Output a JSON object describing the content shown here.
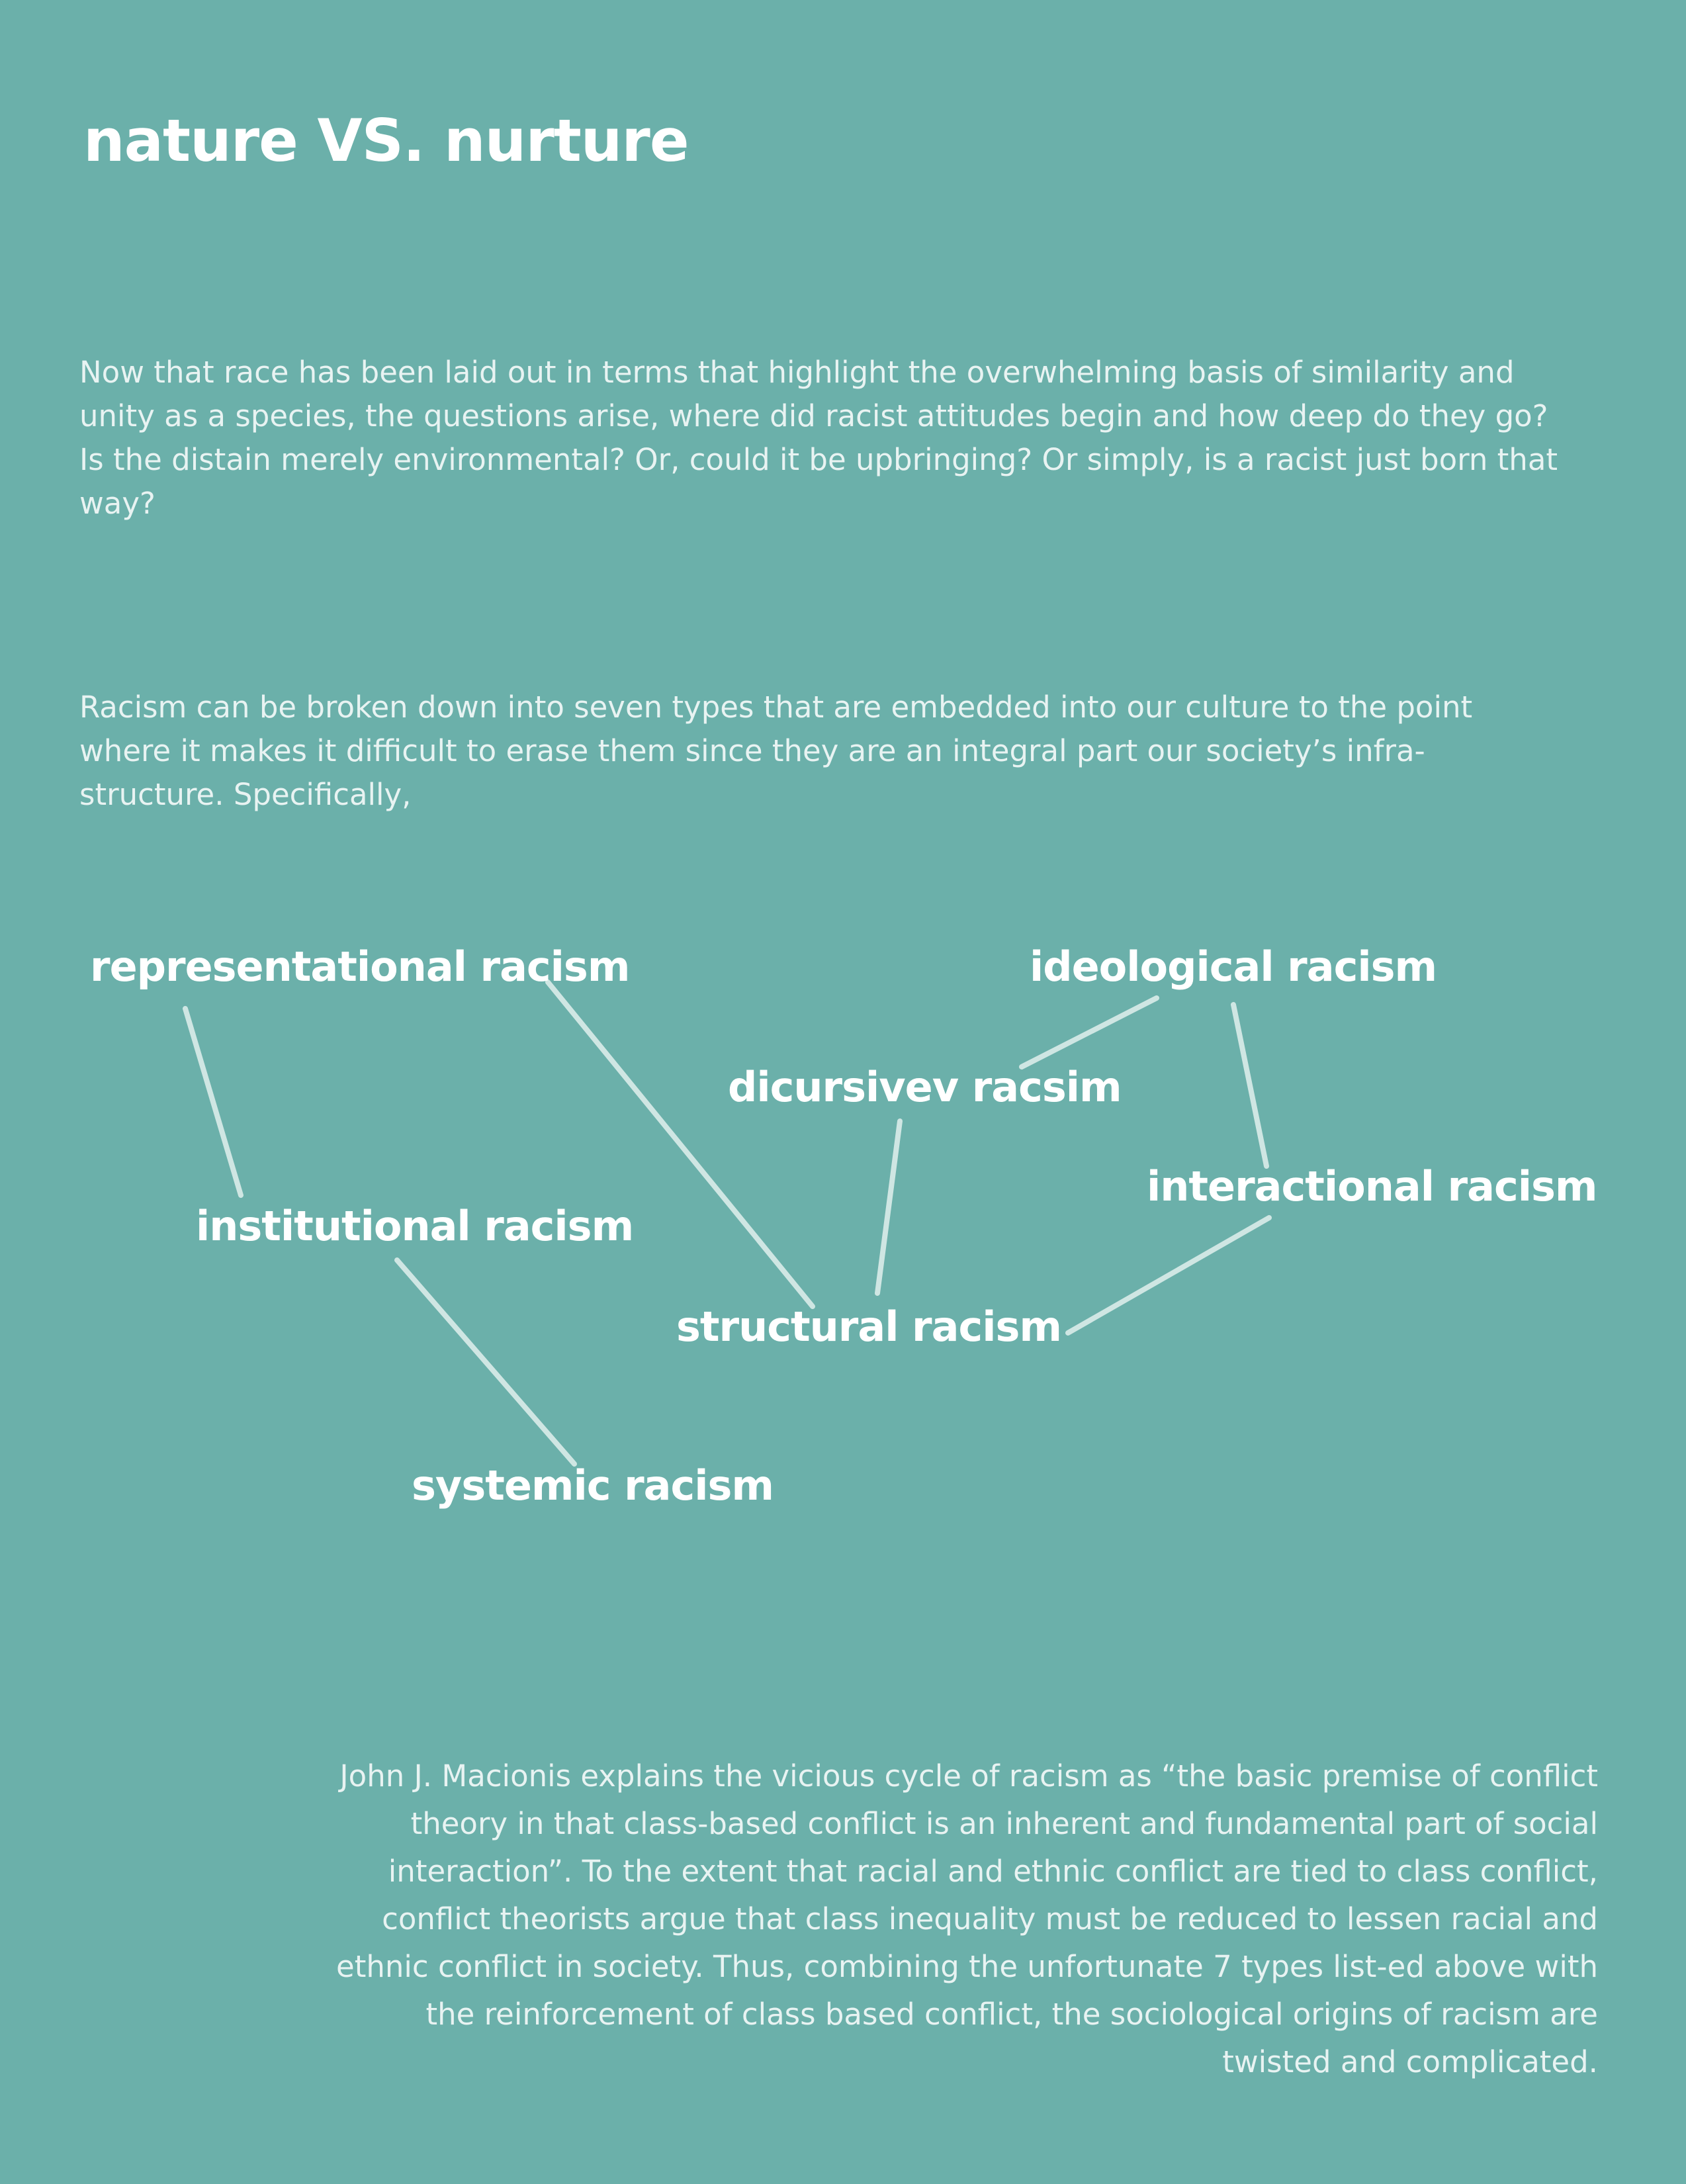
{
  "page": {
    "title": "nature VS. nurture",
    "intro_paragraph": "Now that race has been laid out in terms that highlight the overwhelming basis of similarity and unity as a species, the questions arise, where did racist attitudes begin and how deep do they go? Is the distain merely environmental? Or, could it be upbringing? Or simply, is a racist just born that way?",
    "types_paragraph": "Racism can be broken down into seven types that are embedded into our culture to the point where it makes it difficult to erase them since they are an integral part our society’s infra-structure. Specifically,",
    "closing_paragraph": "John J. Macionis explains the vicious cycle of racism as “the basic premise of conflict theory in that class-based conflict is an inherent and fundamental part of social interaction”. To the extent that racial and ethnic conflict are tied to class conflict, conflict theorists argue that class inequality must be reduced to lessen racial and ethnic conflict in society. Thus, combining the unfortunate 7 types list-ed above with the reinforcement of class based conflict, the sociological origins of racism are twisted and complicated."
  },
  "diagram": {
    "nodes": {
      "representational": "representational racism",
      "ideological": "ideological racism",
      "dicursivev": "dicursivev racsim",
      "interactional": "interactional racism",
      "institutional": "institutional racism",
      "structural": "structural racism",
      "systemic": "systemic racism"
    },
    "connections": [
      [
        "representational",
        "institutional"
      ],
      [
        "representational",
        "structural"
      ],
      [
        "institutional",
        "systemic"
      ],
      [
        "ideological",
        "dicursivev"
      ],
      [
        "ideological",
        "interactional"
      ],
      [
        "dicursivev",
        "structural"
      ],
      [
        "interactional",
        "structural"
      ]
    ]
  },
  "colors": {
    "background": "#6bb0aa",
    "text": "#ffffff",
    "body_text": "#e8f3f2",
    "connector": "#cfe6e3"
  }
}
